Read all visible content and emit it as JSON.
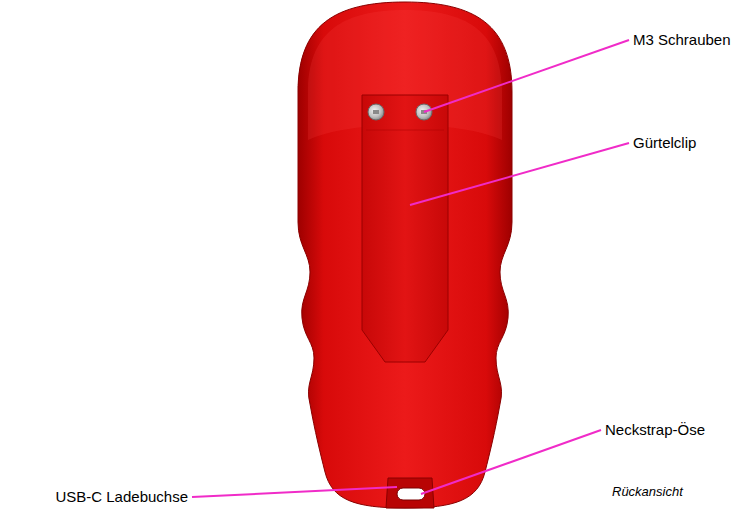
{
  "diagram": {
    "caption": "Rückansicht",
    "labels": [
      "M3 Schrauben",
      "Gürtelclip",
      "Neckstrap-Öse",
      "USB-C Ladebuchse"
    ]
  }
}
